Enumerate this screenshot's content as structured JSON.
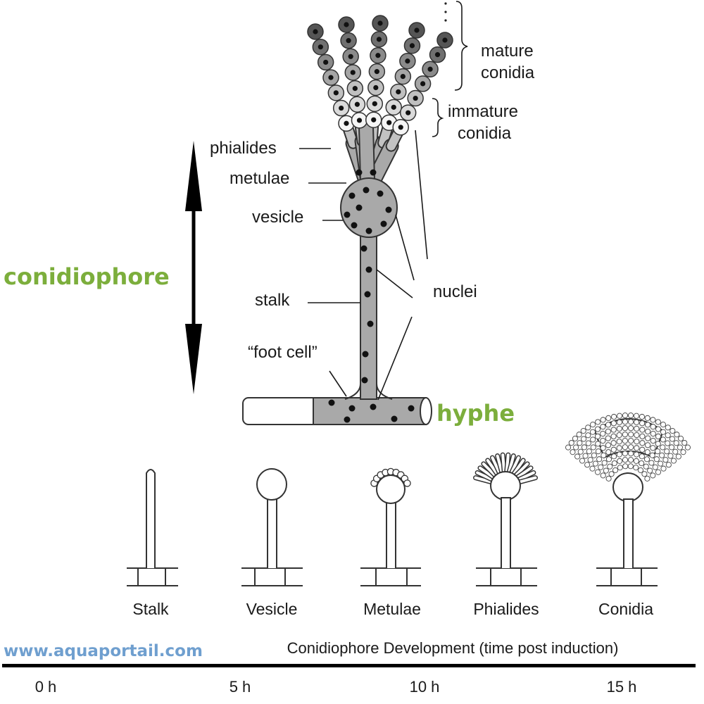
{
  "labels": {
    "mature_conidia_1": "mature",
    "mature_conidia_2": "conidia",
    "immature_conidia_1": "immature",
    "immature_conidia_2": "conidia",
    "phialides": "phialides",
    "metulae": "metulae",
    "vesicle": "vesicle",
    "stalk": "stalk",
    "nuclei": "nuclei",
    "foot_cell": "“foot cell”",
    "conidiophore": "conidiophore",
    "hyphe": "hyphe"
  },
  "stages": [
    "Stalk",
    "Vesicle",
    "Metulae",
    "Phialides",
    "Conidia"
  ],
  "timeline": {
    "title": "Conidiophore Development (time post induction)",
    "ticks": [
      "0 h",
      "5 h",
      "10 h",
      "15 h"
    ]
  },
  "watermark": "www.aquaportail.com",
  "colors": {
    "green_label": "#7cae3c",
    "watermark": "#6f9fcf",
    "cell_fill": "#a9a9a9",
    "nucleus": "#111111"
  }
}
